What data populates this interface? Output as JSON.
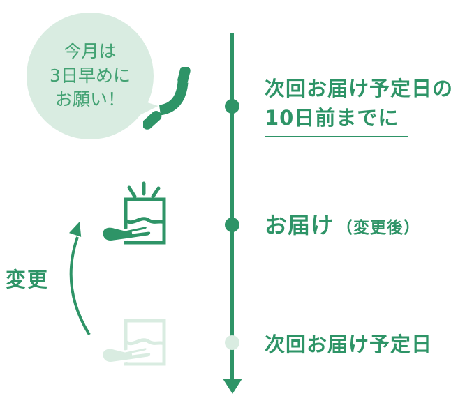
{
  "colors": {
    "primary": "#2E9467",
    "pale": "#D9ECE1",
    "bubbleText": "#43A273"
  },
  "bubble": {
    "line1": "今月は",
    "line2": "3日早めに",
    "line3": "お願い！"
  },
  "timeline": {
    "steps": [
      {
        "title": "次回お届け予定日の",
        "title2": "10日前までに"
      },
      {
        "title": "お届け",
        "suffix": "（変更後）"
      },
      {
        "title": "次回お届け予定日"
      }
    ]
  },
  "arrow": {
    "label": "変更"
  },
  "icons": {
    "phone": "phone-handset-icon",
    "delivery_new": "hand-holding-box-sparkle-icon",
    "delivery_old": "hand-holding-box-icon",
    "timeline_end": "down-arrowhead-icon",
    "change": "curved-up-arrow-icon"
  }
}
